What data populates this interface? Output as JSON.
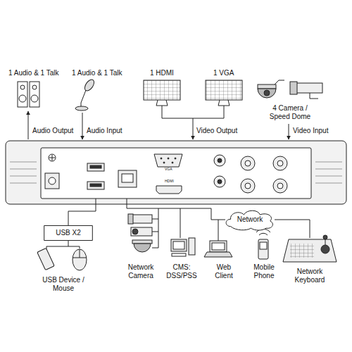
{
  "diagram": {
    "nodes": [
      {
        "text": [
          "USB X2"
        ]
      },
      {
        "text": [
          "Network"
        ]
      }
    ],
    "labels": [
      "1 Audio & 1 Talk",
      "1 Audio & 1 Talk",
      "1 HDMI",
      "1 VGA",
      "4 Camera / Speed Dome",
      "Audio Output",
      "Audio Input",
      "Video Output",
      "Video Input",
      "VGA",
      "HDMI",
      "USB Device / Mouse",
      "Network Camera",
      "CMS: DSS/PSS",
      "Web Client",
      "Mobile Phone",
      "Network Keyboard"
    ]
  }
}
